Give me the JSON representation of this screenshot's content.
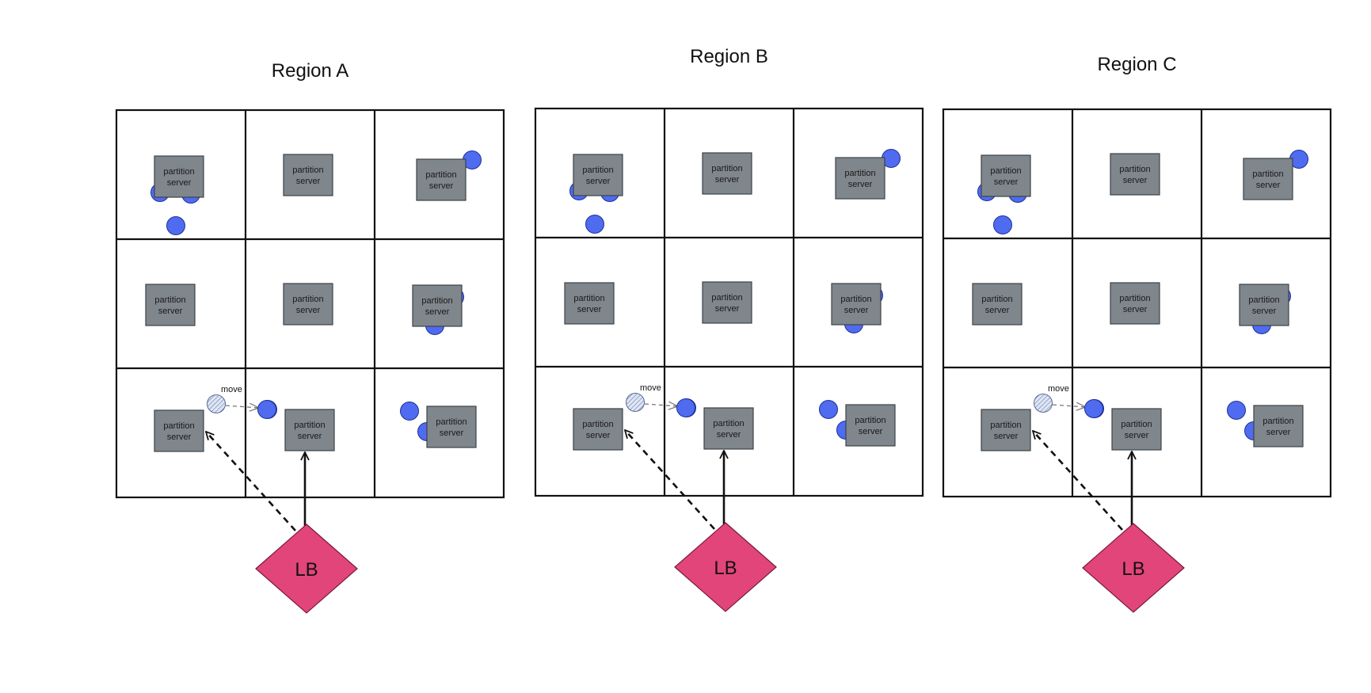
{
  "regions": [
    {
      "title": "Region A",
      "lb_label": "LB",
      "move_label": "move"
    },
    {
      "title": "Region B",
      "lb_label": "LB",
      "move_label": "move"
    },
    {
      "title": "Region C",
      "lb_label": "LB",
      "move_label": "move"
    }
  ],
  "grid": {
    "rows": 3,
    "cols": 3
  },
  "server_label": {
    "line1": "partition",
    "line2": "server"
  },
  "colors": {
    "server_fill": "#7f868c",
    "server_stroke": "#3d4247",
    "partition_fill": "#4f6cf0",
    "partition_stroke": "#1f2f9a",
    "load_balancer_fill": "#e2457a",
    "load_balancer_stroke": "#7a1a3a",
    "grid_line": "#111111",
    "migrating_partition_fill": "#dfe6f4"
  }
}
